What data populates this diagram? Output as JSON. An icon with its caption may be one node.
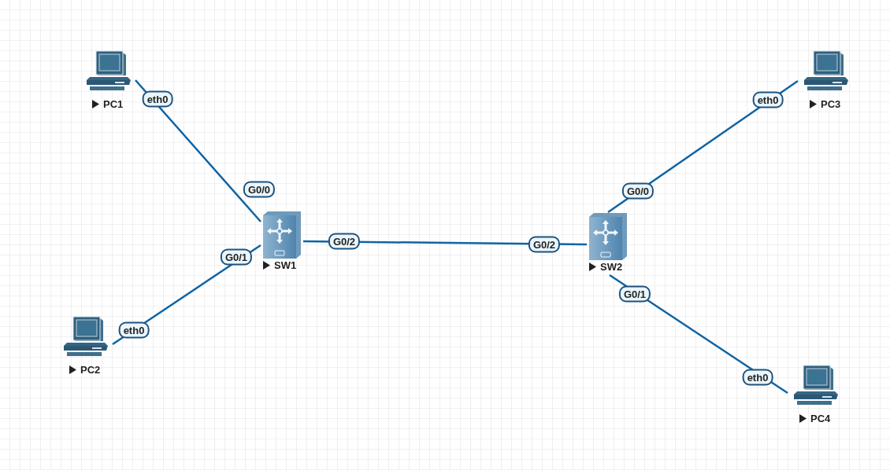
{
  "diagram": {
    "nodes": [
      {
        "text": [
          "PC1"
        ],
        "beside": [
          "eth0"
        ]
      },
      {
        "text": [
          "SW1"
        ],
        "beside": [
          "G0/0",
          "G0/1",
          "G0/2"
        ]
      },
      {
        "text": [
          "PC2"
        ],
        "beside": [
          "eth0"
        ]
      },
      {
        "text": [
          "SW2"
        ],
        "beside": [
          "G0/0",
          "G0/2",
          "G0/1"
        ]
      },
      {
        "text": [
          "PC3"
        ],
        "beside": [
          "eth0"
        ]
      },
      {
        "text": [
          "PC4"
        ],
        "beside": [
          "eth0"
        ]
      }
    ],
    "edges": [
      {
        "from": 0,
        "to": 1,
        "arrow": "none"
      },
      {
        "from": 2,
        "to": 1,
        "arrow": "none"
      },
      {
        "from": 1,
        "to": 3,
        "arrow": "none"
      },
      {
        "from": 3,
        "to": 4,
        "arrow": "none"
      },
      {
        "from": 3,
        "to": 5,
        "arrow": "none"
      }
    ]
  }
}
